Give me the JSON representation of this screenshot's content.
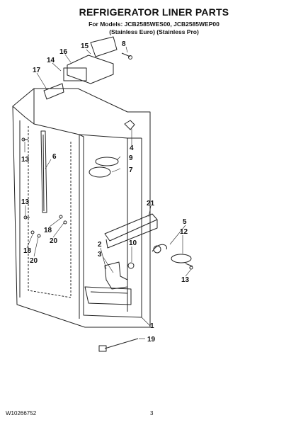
{
  "header": {
    "title": "REFRIGERATOR LINER PARTS",
    "models_line": "For Models: JCB2585WES00, JCB2585WEP00",
    "variants_line": "(Stainless Euro)   (Stainless Pro)"
  },
  "callouts": [
    "8",
    "15",
    "16",
    "14",
    "17",
    "13",
    "6",
    "4",
    "9",
    "7",
    "21",
    "13",
    "18",
    "20",
    "18",
    "20",
    "5",
    "12",
    "2",
    "10",
    "3",
    "13",
    "1",
    "19"
  ],
  "footer": {
    "doc_number": "W10266752",
    "page_number": "3"
  },
  "colors": {
    "line": "#222222",
    "background": "#ffffff"
  }
}
